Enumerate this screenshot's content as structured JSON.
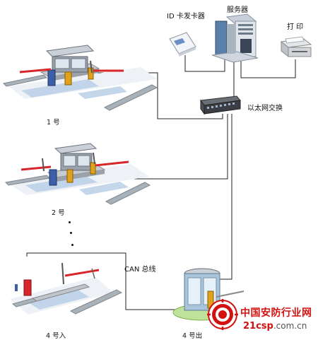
{
  "labels": {
    "id_card_issuer": "ID 卡发卡器",
    "server": "服务器",
    "printer": "打 印",
    "ethernet_switch": "以太网交换",
    "station_1": "1 号",
    "station_2": "2 号",
    "can_bus": "CAN 总线",
    "station_4_in": "4 号入",
    "station_4_out": "4 号出"
  },
  "watermark": {
    "site_name": "中国安防行业网",
    "domain_main": "21csp",
    "domain_tld": ".com.cn"
  },
  "colors": {
    "booth_body": "#9aa3ad",
    "barrier_red": "#d9262b",
    "gate_yellow": "#e0a21a",
    "lane_blue": "#b9cfe6",
    "wire": "#222222",
    "watermark_red": "#d41111"
  }
}
